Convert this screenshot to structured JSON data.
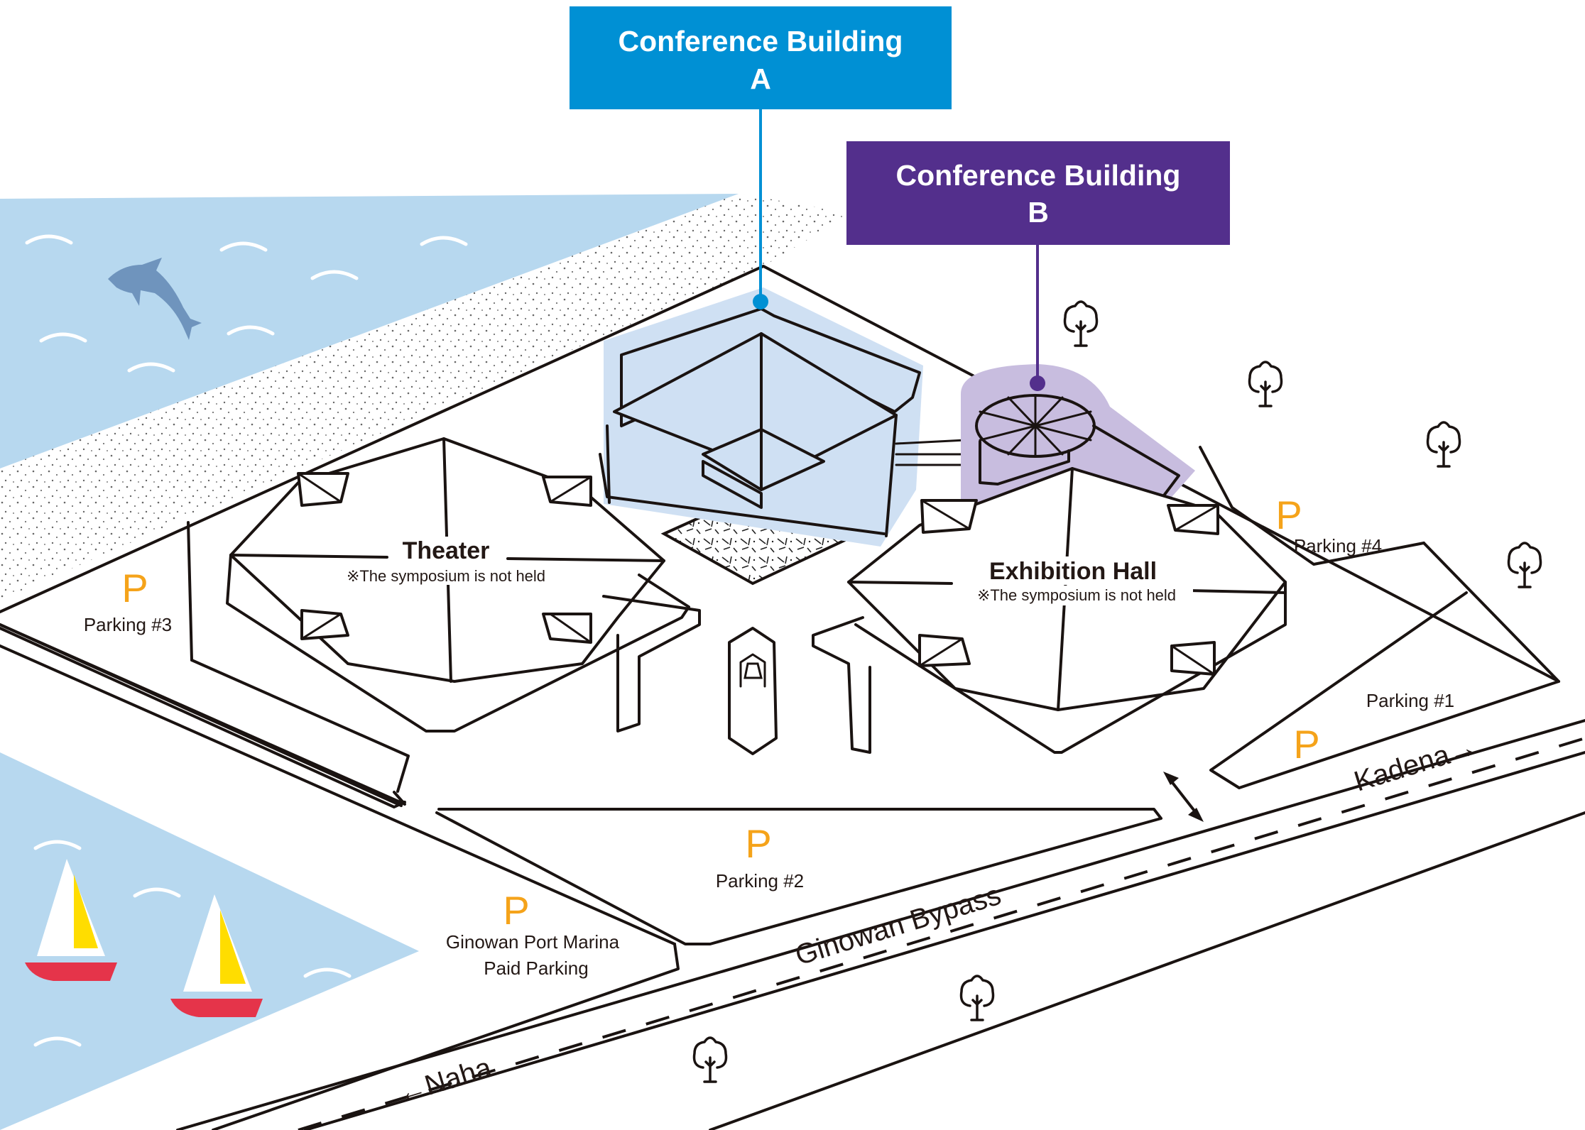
{
  "title": "Okinawa Convention Center Area Map",
  "colors": {
    "sea": "#b7d8ef",
    "conference_a": "#0090d4",
    "conference_a_highlight": "#cfe0f3",
    "conference_b": "#532f8c",
    "conference_b_highlight": "#c8bddf",
    "parking": "#f5a31a",
    "boat_hull": "#e5344a",
    "boat_sail": "#ffdd00",
    "dolphin": "#6f94bd"
  },
  "callouts": {
    "conference_a": {
      "line1": "Conference Building",
      "line2": "A"
    },
    "conference_b": {
      "line1": "Conference Building",
      "line2": "B"
    }
  },
  "buildings": {
    "theater": {
      "name": "Theater",
      "note": "※The symposium is not held"
    },
    "exhibition_hall": {
      "name": "Exhibition Hall",
      "note": "※The symposium is not held"
    }
  },
  "parking": {
    "symbol": "P",
    "lots": [
      {
        "id": "parking-1",
        "label": "Parking #1"
      },
      {
        "id": "parking-2",
        "label": "Parking #2"
      },
      {
        "id": "parking-3",
        "label": "Parking #3"
      },
      {
        "id": "parking-4",
        "label": "Parking #4"
      },
      {
        "id": "marina",
        "label_line1": "Ginowan Port Marina",
        "label_line2": "Paid Parking"
      }
    ]
  },
  "roads": {
    "bypass": "Ginowan Bypass",
    "to_naha": "←Naha",
    "to_kadena": "Kadena→"
  },
  "icons": [
    "tree-icon",
    "dolphin-icon",
    "sailboat-icon",
    "wave-icon",
    "bell-monument-icon",
    "two-way-arrow-icon",
    "plaza-icon"
  ]
}
